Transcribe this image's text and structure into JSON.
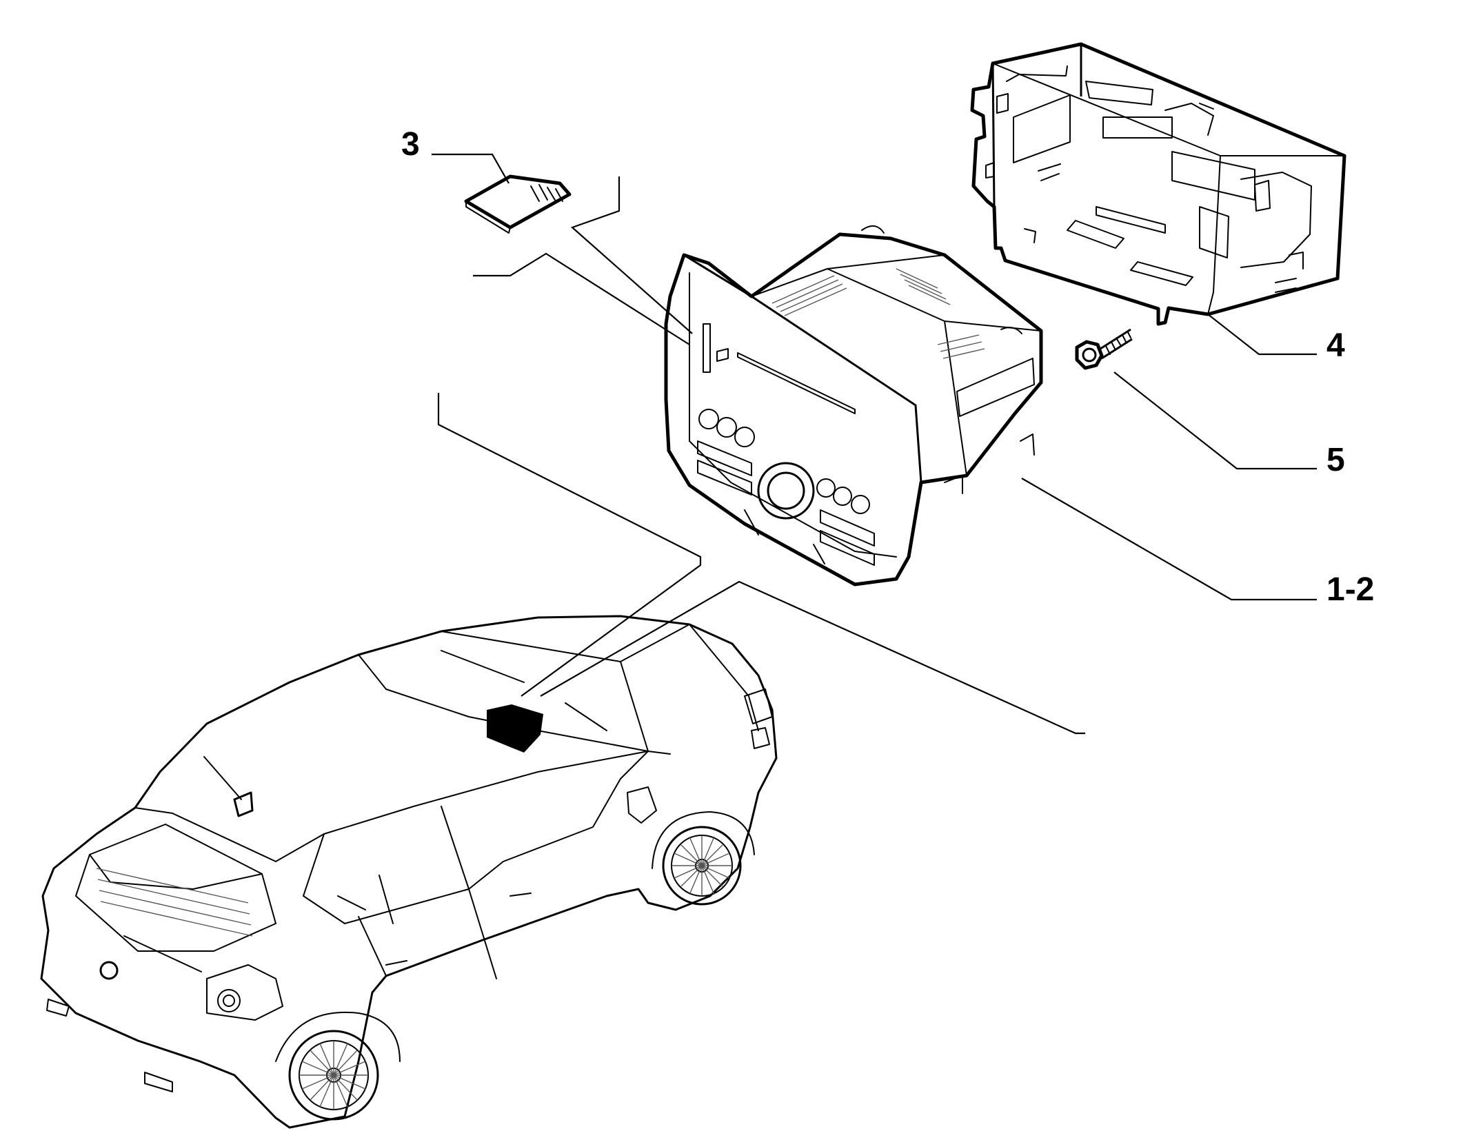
{
  "callouts": {
    "part_3": "3",
    "part_4": "4",
    "part_5": "5",
    "part_1_2": "1-2"
  },
  "colors": {
    "line": "#000000",
    "background": "#ffffff",
    "highlight_fill": "#000000"
  }
}
